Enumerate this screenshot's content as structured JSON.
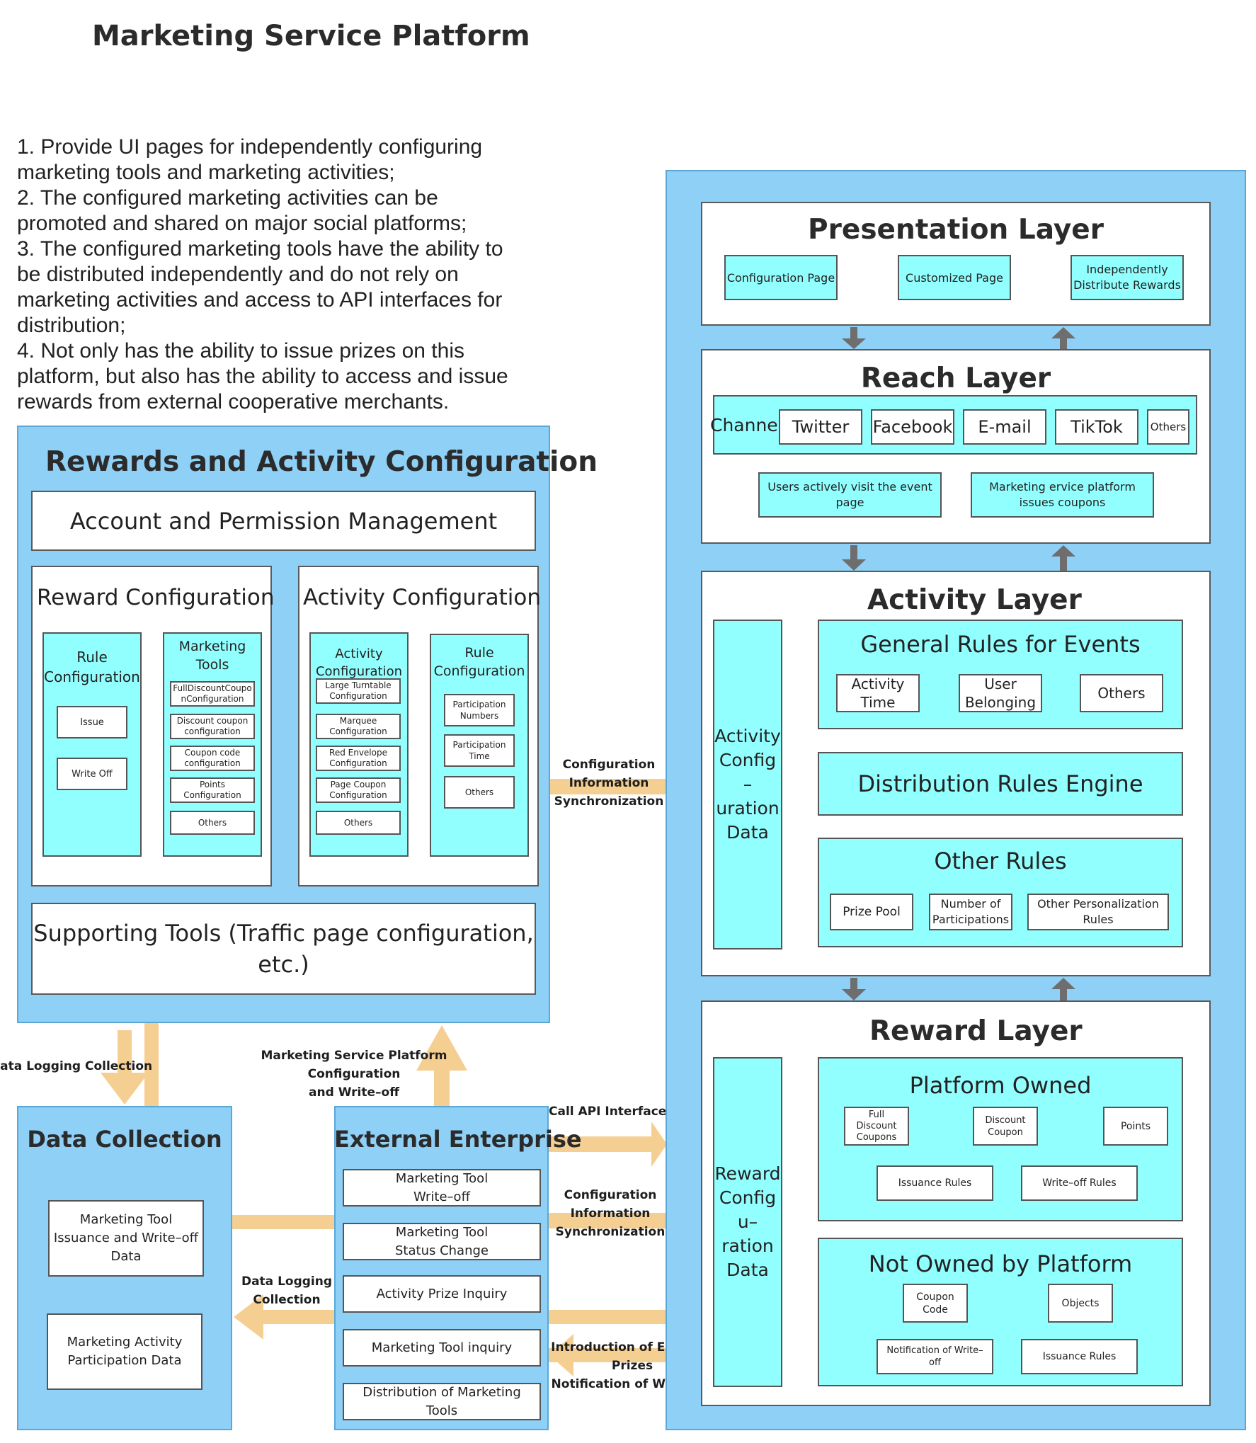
{
  "title": "Marketing Service Platform",
  "description": [
    "1. Provide UI pages for independently configuring",
    "marketing tools and marketing activities;",
    "2. The configured marketing activities can be",
    "promoted and shared on major social platforms;",
    "3. The configured marketing tools have the ability to",
    "be distributed independently and do not rely on",
    "marketing activities and access to API interfaces for",
    "distribution;",
    "4. Not only has the ability to issue prizes on this",
    "platform, but also has the ability to access and issue",
    "rewards from external cooperative merchants."
  ],
  "rewards_config": {
    "title": "Rewards and Activity Configuration",
    "account": "Account and Permission Management",
    "reward_configuration": {
      "title": "Reward Configuration",
      "rule_configuration": {
        "title": [
          "Rule",
          "Configuration"
        ],
        "items": [
          "Issue",
          "Write Off"
        ]
      },
      "marketing_tools": {
        "title": [
          "Marketing",
          "Tools"
        ],
        "items": [
          [
            "FullDiscountCoupo",
            "nConfiguration"
          ],
          [
            "Discount coupon",
            "configuration"
          ],
          [
            "Coupon code",
            "configuration"
          ],
          [
            "Points",
            "Configuration"
          ],
          [
            "Others"
          ]
        ]
      }
    },
    "activity_configuration": {
      "title": "Activity Configuration",
      "activity_config": {
        "title": [
          "Activity",
          "Configuration"
        ],
        "items": [
          [
            "Large Turntable",
            "Configuration"
          ],
          [
            "Marquee",
            "Configuration"
          ],
          [
            "Red Envelope",
            "Configuration"
          ],
          [
            "Page Coupon",
            "Configuration"
          ],
          [
            "Others"
          ]
        ]
      },
      "rule_config": {
        "title": [
          "Rule",
          "Configuration"
        ],
        "items": [
          [
            "Participation",
            "Numbers"
          ],
          [
            "Participation",
            "Time"
          ],
          [
            "Others"
          ]
        ]
      }
    },
    "supporting_tools": [
      "Supporting Tools (Traffic page configuration,",
      "etc.)"
    ]
  },
  "data_collection": {
    "title": "Data Collection",
    "items": [
      [
        "Marketing Tool",
        "Issuance and Write–off",
        "Data"
      ],
      [
        "Marketing Activity",
        "Participation Data"
      ]
    ]
  },
  "external_enterprise": {
    "title": "External Enterprise",
    "items": [
      [
        "Marketing Tool",
        "Write–off"
      ],
      [
        "Marketing Tool",
        "Status Change"
      ],
      [
        "Activity Prize Inquiry"
      ],
      [
        "Marketing Tool inquiry"
      ],
      [
        "Distribution of Marketing",
        "Tools"
      ]
    ]
  },
  "labels": {
    "data_logging_top": "Data Logging Collection",
    "platform_config_writeoff": [
      "Marketing Service Platform Configuration",
      "and Write–off"
    ],
    "config_sync_top": [
      "Configuration Information",
      "Synchronization"
    ],
    "call_api": "Call API Interface",
    "config_sync_bottom": [
      "Configuration Information",
      "Synchronization"
    ],
    "data_logging_bottom": [
      "Data Logging",
      "Collection"
    ],
    "external_prizes": [
      "Introduction of External Prizes",
      "Notification of Write–off"
    ]
  },
  "presentation_layer": {
    "title": "Presentation Layer",
    "items": [
      [
        "Configuration Page"
      ],
      [
        "Customized Page"
      ],
      [
        "Independently",
        "Distribute Rewards"
      ]
    ]
  },
  "reach_layer": {
    "title": "Reach Layer",
    "channel_label": "Channel",
    "channels": [
      "Twitter",
      "Facebook",
      "E-mail",
      "TikTok",
      "Others"
    ],
    "modes": [
      [
        "Users actively visit the event",
        "page"
      ],
      [
        "Marketing ervice platform",
        "issues coupons"
      ]
    ]
  },
  "activity_layer": {
    "title": "Activity Layer",
    "config_data": [
      "Activity",
      "Config",
      "–",
      "uration",
      "Data"
    ],
    "general_rules": {
      "title": "General Rules for Events",
      "items": [
        [
          "Activity",
          "Time"
        ],
        [
          "User",
          "Belonging"
        ],
        [
          "Others"
        ]
      ]
    },
    "distribution_engine": "Distribution Rules Engine",
    "other_rules": {
      "title": "Other Rules",
      "items": [
        [
          "Prize Pool"
        ],
        [
          "Number of",
          "Participations"
        ],
        [
          "Other Personalization",
          "Rules"
        ]
      ]
    }
  },
  "reward_layer": {
    "title": "Reward Layer",
    "config_data": [
      "Reward",
      "Config",
      "u–",
      "ration",
      "Data"
    ],
    "platform_owned": {
      "title": "Platform Owned",
      "items": [
        [
          "Full",
          "Discount",
          "Coupons"
        ],
        [
          "Discount",
          "Coupon"
        ],
        [
          "Points"
        ],
        [
          "Issuance Rules"
        ],
        [
          "Write–off Rules"
        ]
      ]
    },
    "not_owned": {
      "title": "Not Owned by Platform",
      "items": [
        [
          "Coupon",
          "Code"
        ],
        [
          "Objects"
        ],
        [
          "Notification of Write–",
          "off"
        ],
        [
          "Issuance Rules"
        ]
      ]
    }
  },
  "colors": {
    "panel": "#8fd0f7",
    "cyan_box": "#92ffff",
    "arrow": "#f5cf92",
    "layer_arrow": "#6e6e6e"
  }
}
